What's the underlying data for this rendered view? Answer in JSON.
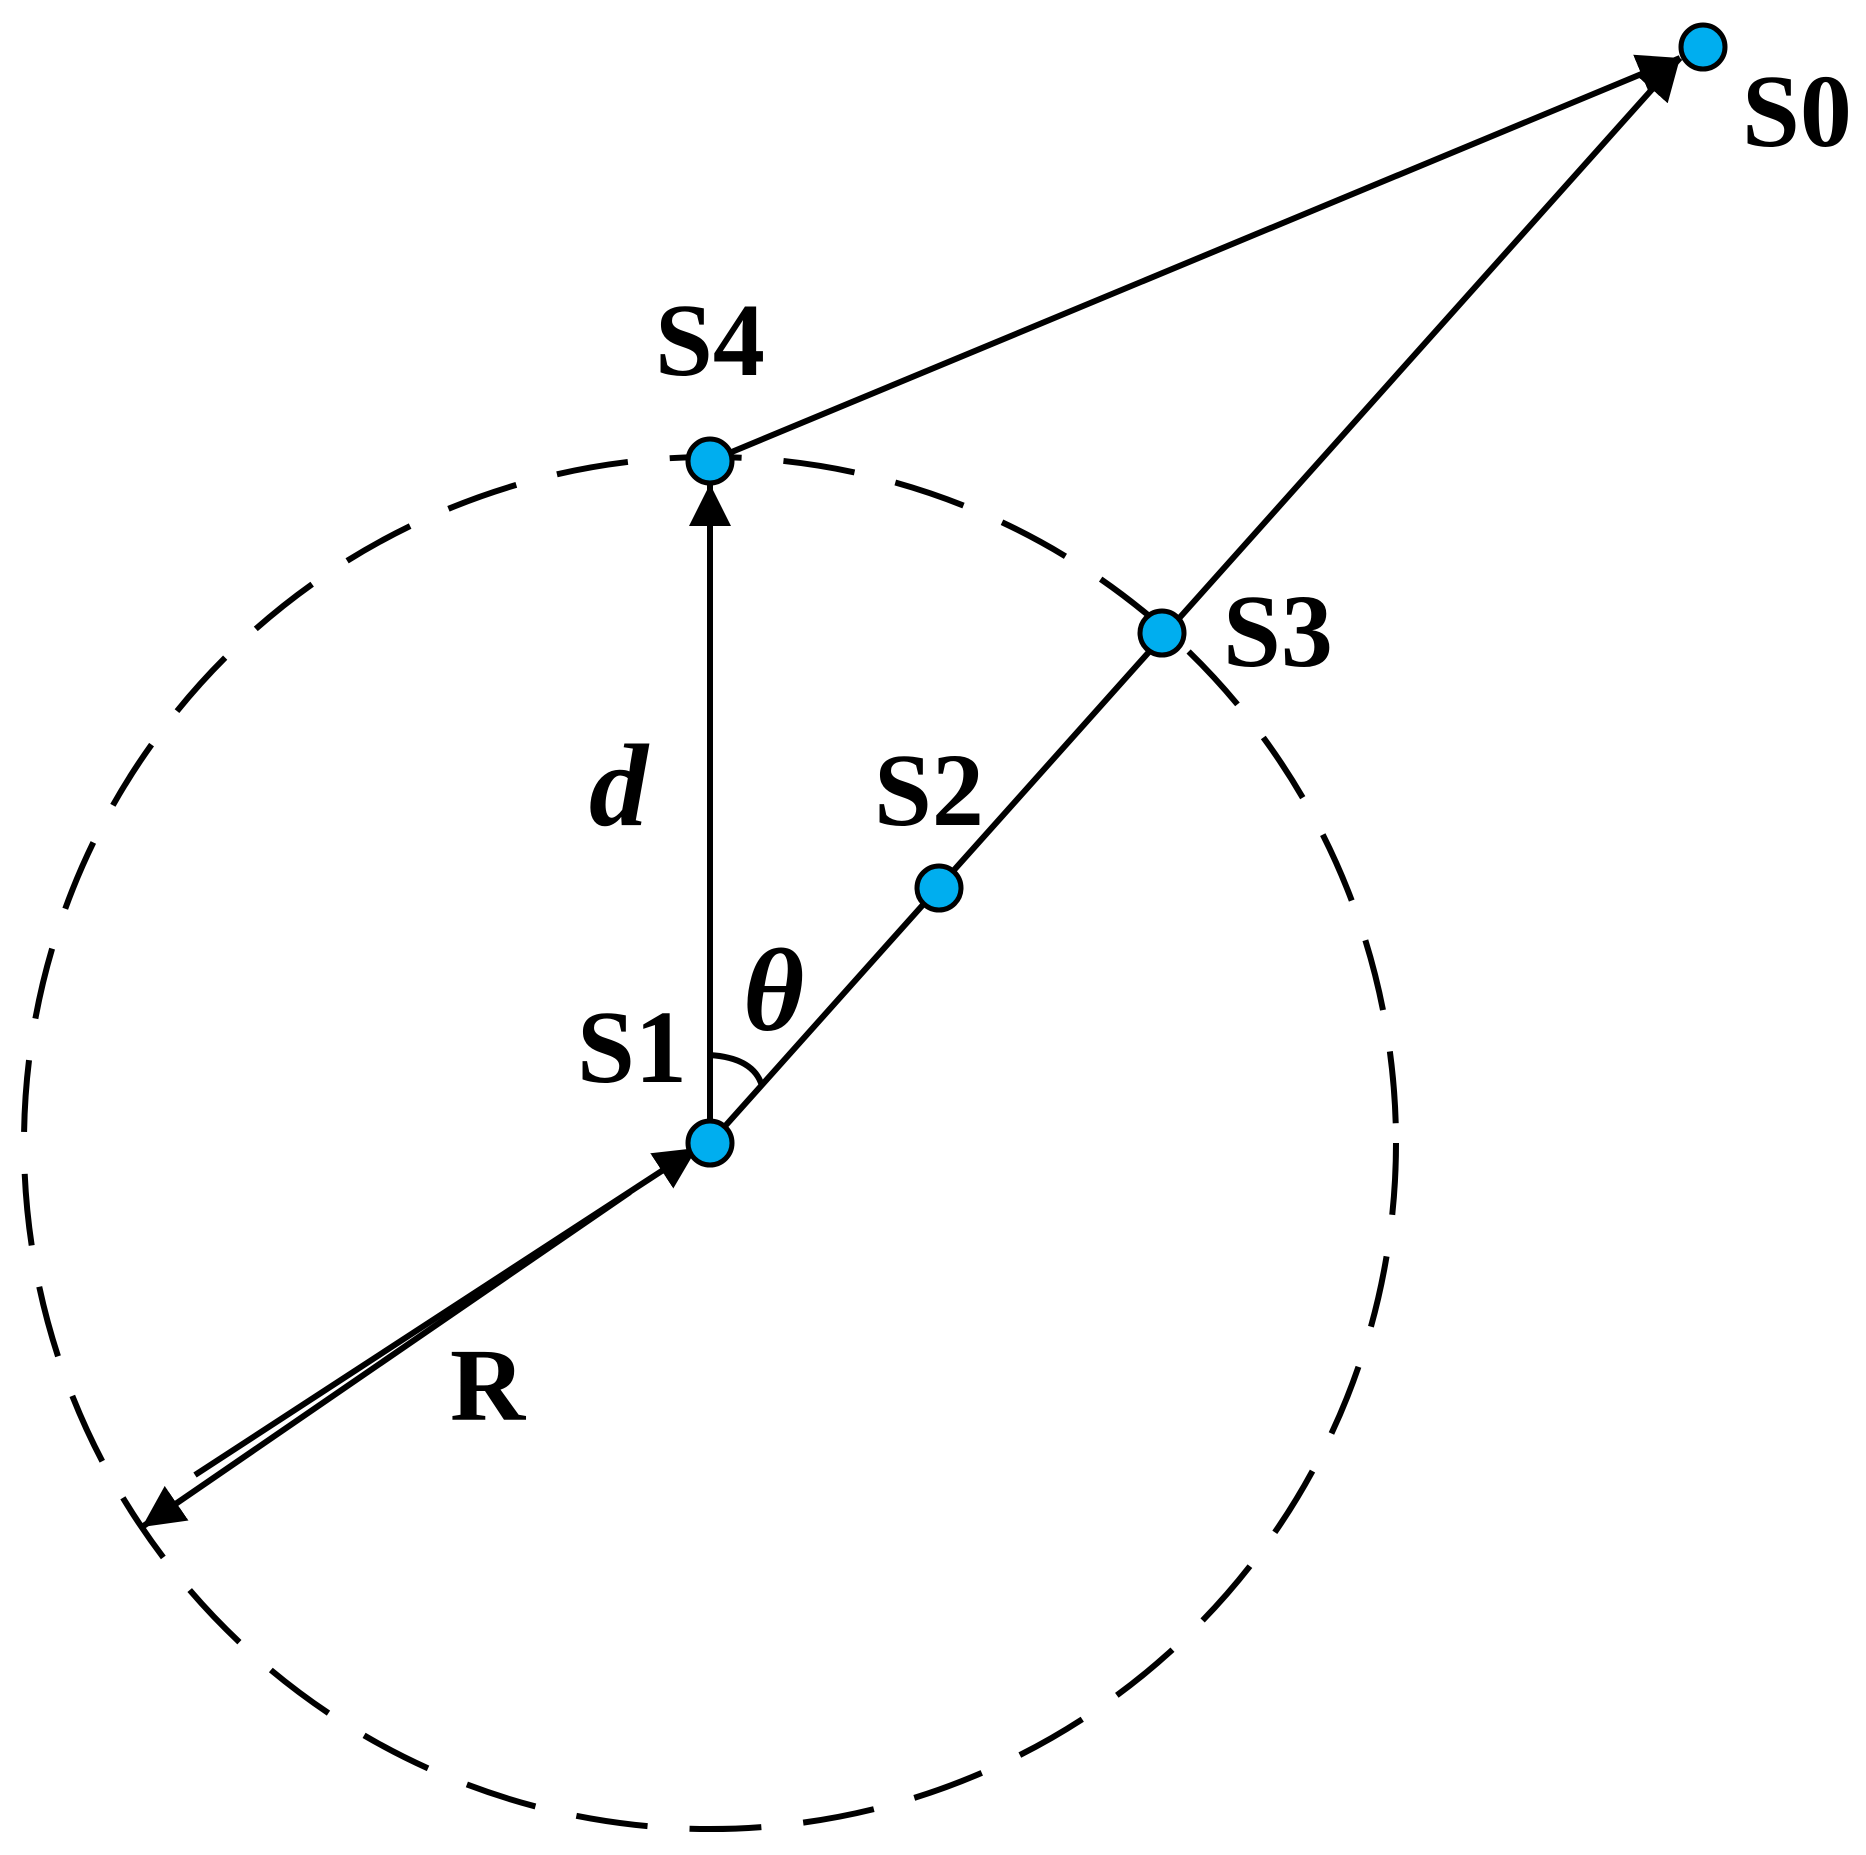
{
  "colors": {
    "node_fill": "#00AEEF",
    "stroke": "#000000",
    "background": "#FFFFFF"
  },
  "labels": {
    "s0": "S0",
    "s1": "S1",
    "s2": "S2",
    "s3": "S3",
    "s4": "S4",
    "d": "d",
    "theta": "θ",
    "r": "R"
  }
}
